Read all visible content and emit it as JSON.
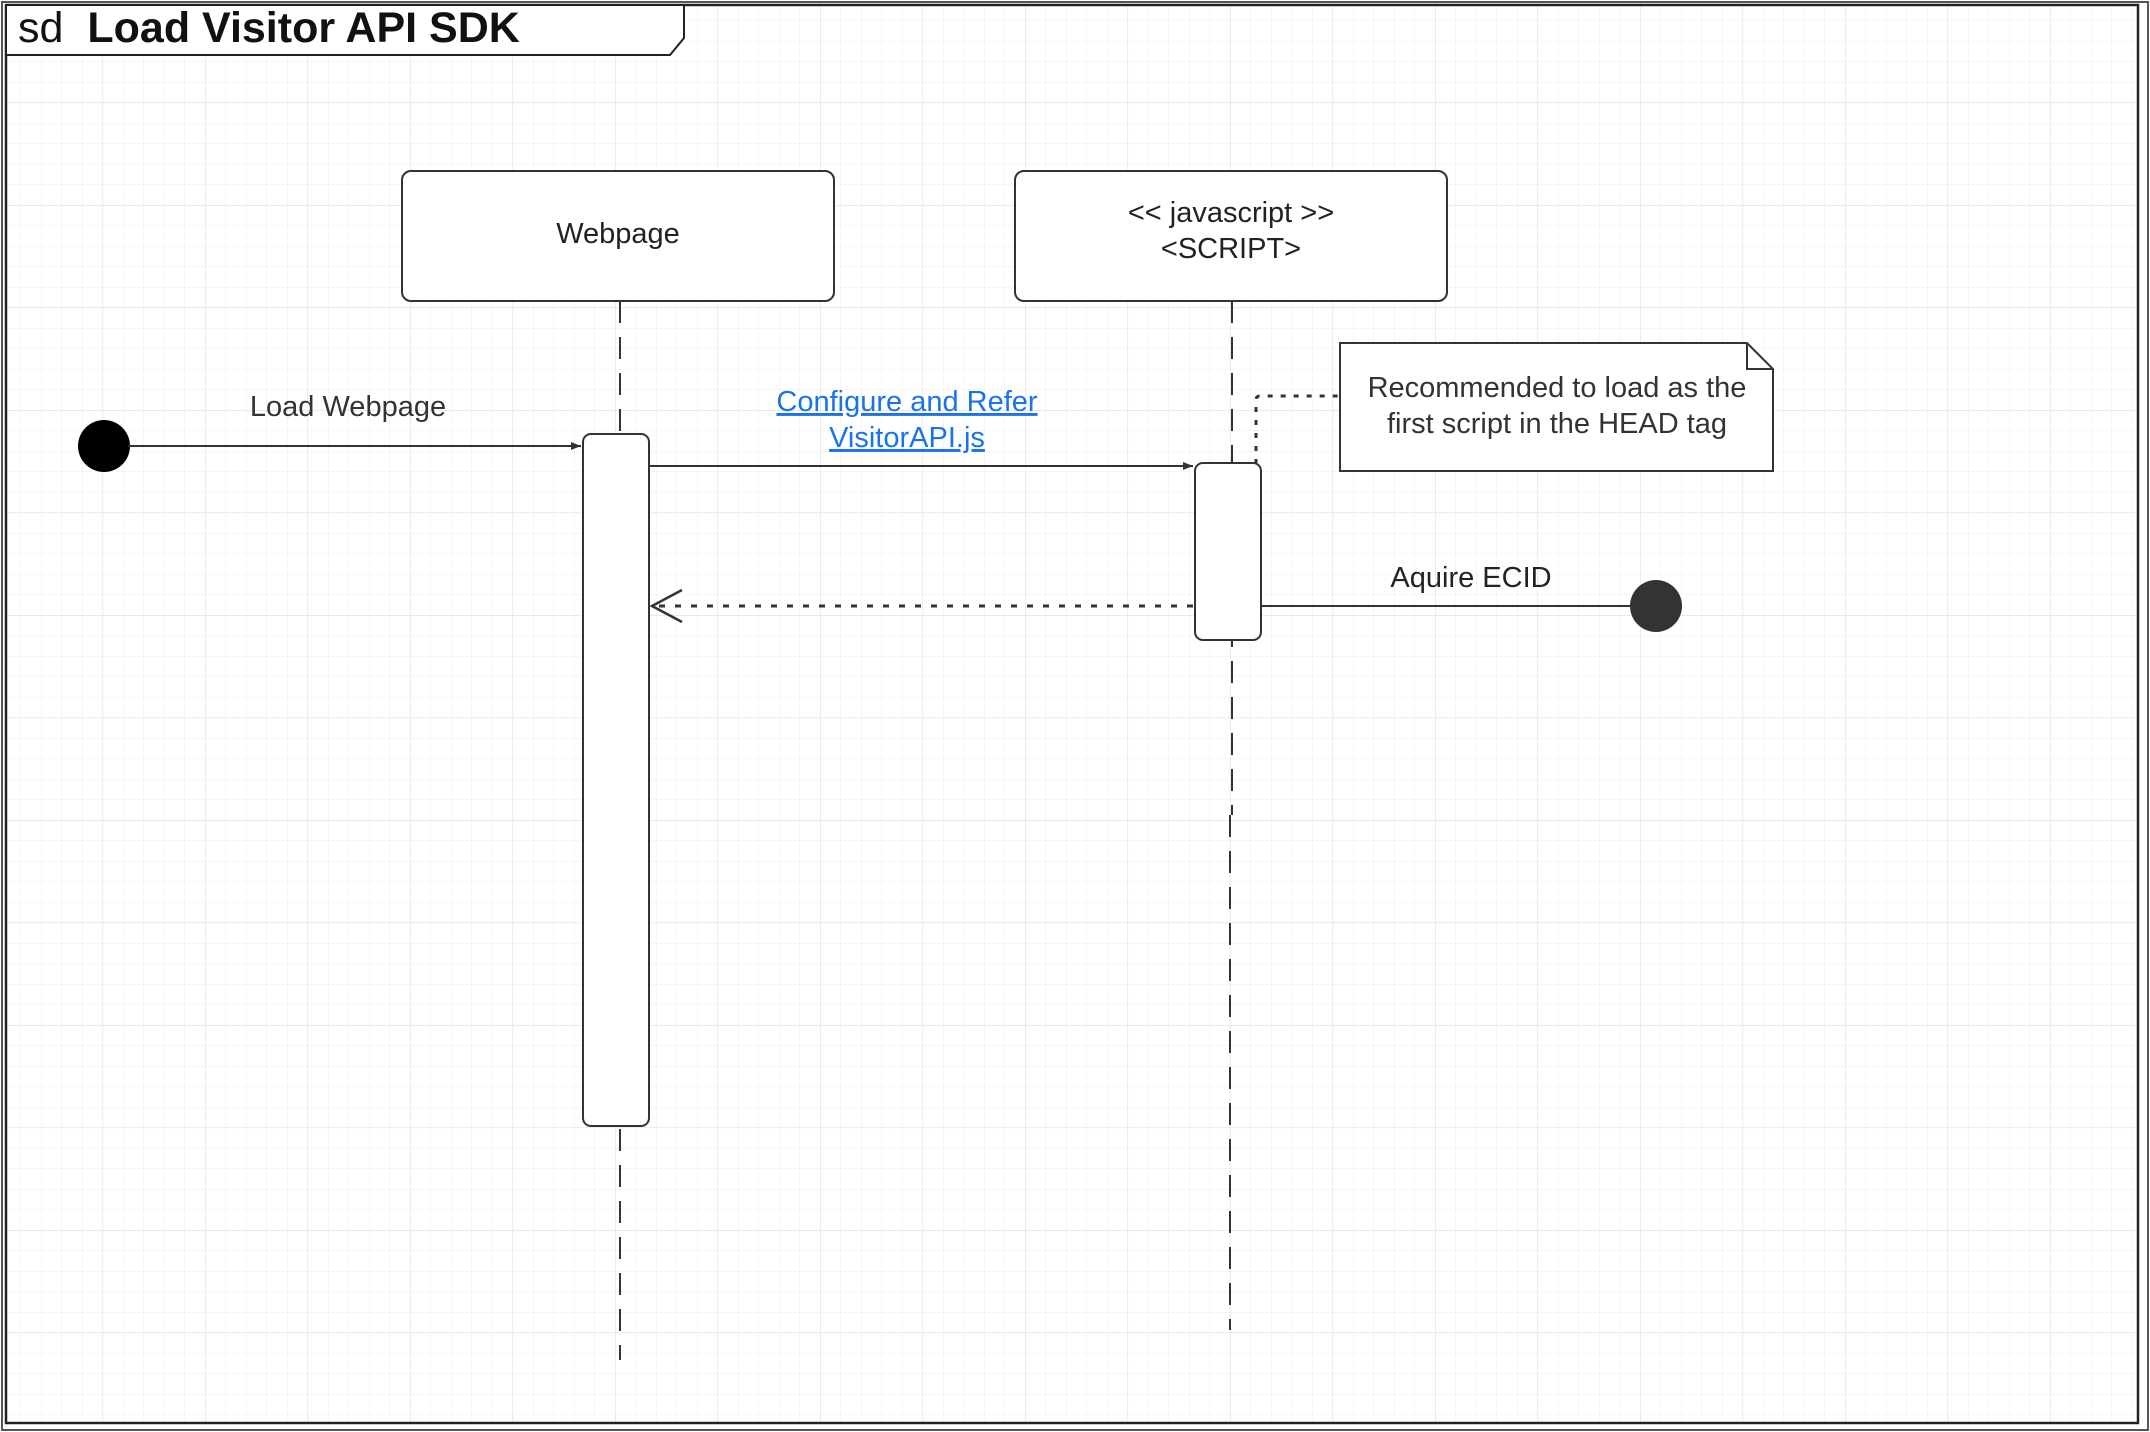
{
  "frame": {
    "prefix": "sd",
    "title": "Load Visitor API SDK"
  },
  "lifelines": [
    {
      "id": "webpage",
      "lines": [
        "Webpage"
      ]
    },
    {
      "id": "script",
      "lines": [
        "<< javascript >>",
        "<SCRIPT>"
      ]
    }
  ],
  "messages": {
    "load_webpage": "Load Webpage",
    "configure_line1": "Configure and Refer",
    "configure_line2": "VisitorAPI.js",
    "acquire_ecid": "Aquire ECID"
  },
  "note": {
    "line1": "Recommended to load as the",
    "line2": "first script in the HEAD tag"
  },
  "colors": {
    "stroke": "#333333",
    "grid": "#e6e6e6",
    "link": "#1a73e8",
    "text": "#333333",
    "endpoint": "#333333"
  }
}
